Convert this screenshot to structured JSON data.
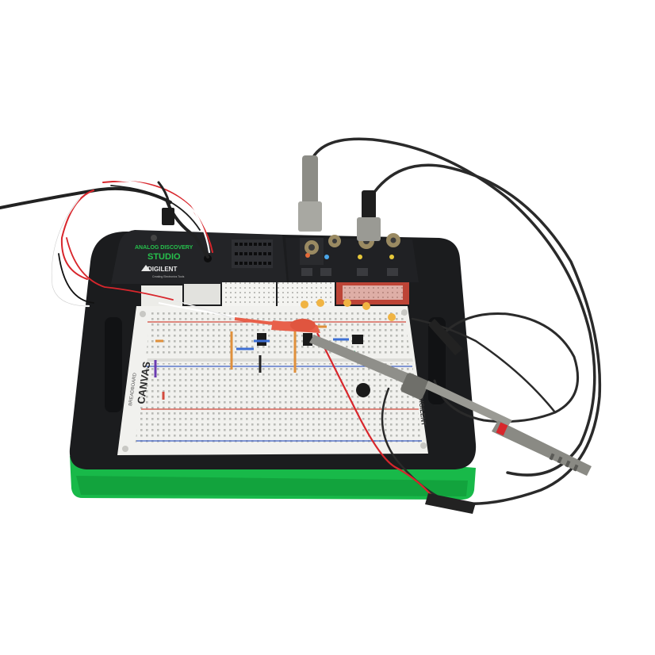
{
  "device": {
    "brand_line": "ANALOG DISCOVERY",
    "product_name": "STUDIO",
    "maker_logo": "DIGILENT",
    "maker_tagline": "Creating Electronics Tools",
    "canvas_title": "CANVAS",
    "canvas_subtitle": "BREADBOARD",
    "side_logo": "DIGILENT"
  },
  "colors": {
    "case_black": "#1b1c1e",
    "accent_green": "#18b949",
    "brand_green": "#26c04c",
    "breadboard_white": "#f1f1ee",
    "probe_grey": "#8f8f8a",
    "hook_red": "#e8604a",
    "cable_black": "#2a2a2a"
  }
}
